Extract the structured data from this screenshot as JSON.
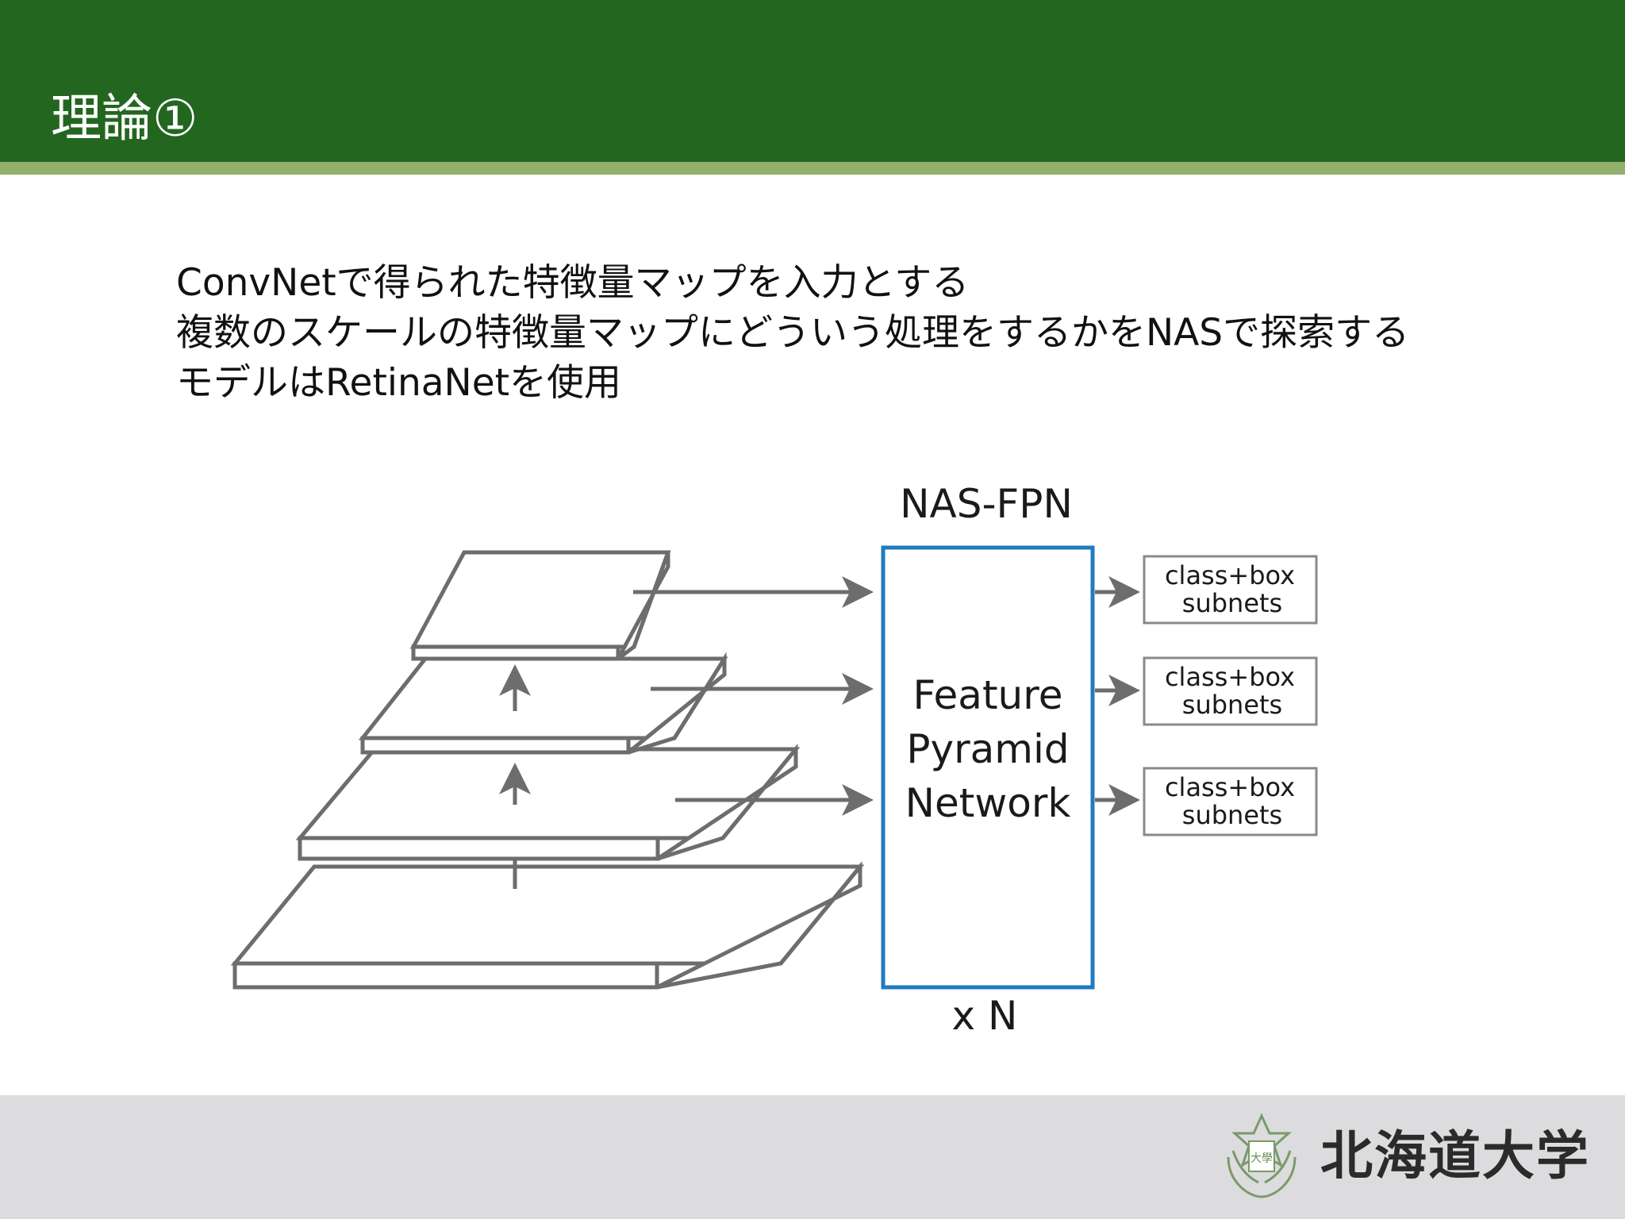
{
  "slide": {
    "title": "理論①",
    "bullets": [
      "ConvNetで得られた特徴量マップを入力とする",
      "複数のスケールの特徴量マップにどういう処理をするかをNASで探索する",
      "モデルはRetinaNetを使用"
    ]
  },
  "diagram": {
    "title": "NAS-FPN",
    "fpn_lines": [
      "Feature",
      "Pyramid",
      "Network"
    ],
    "repeat_label": "x N",
    "subnets": [
      {
        "line1": "class+box",
        "line2": "subnets"
      },
      {
        "line1": "class+box",
        "line2": "subnets"
      },
      {
        "line1": "class+box",
        "line2": "subnets"
      }
    ]
  },
  "footer": {
    "university_name": "北海道大学",
    "logo_emblem_text": "大學"
  },
  "colors": {
    "header_green": "#236620",
    "header_accent": "#93b06c",
    "footer_gray": "#dcdcde",
    "fpn_box_blue": "#1f7bbf",
    "diagram_gray": "#6d6d6d"
  }
}
